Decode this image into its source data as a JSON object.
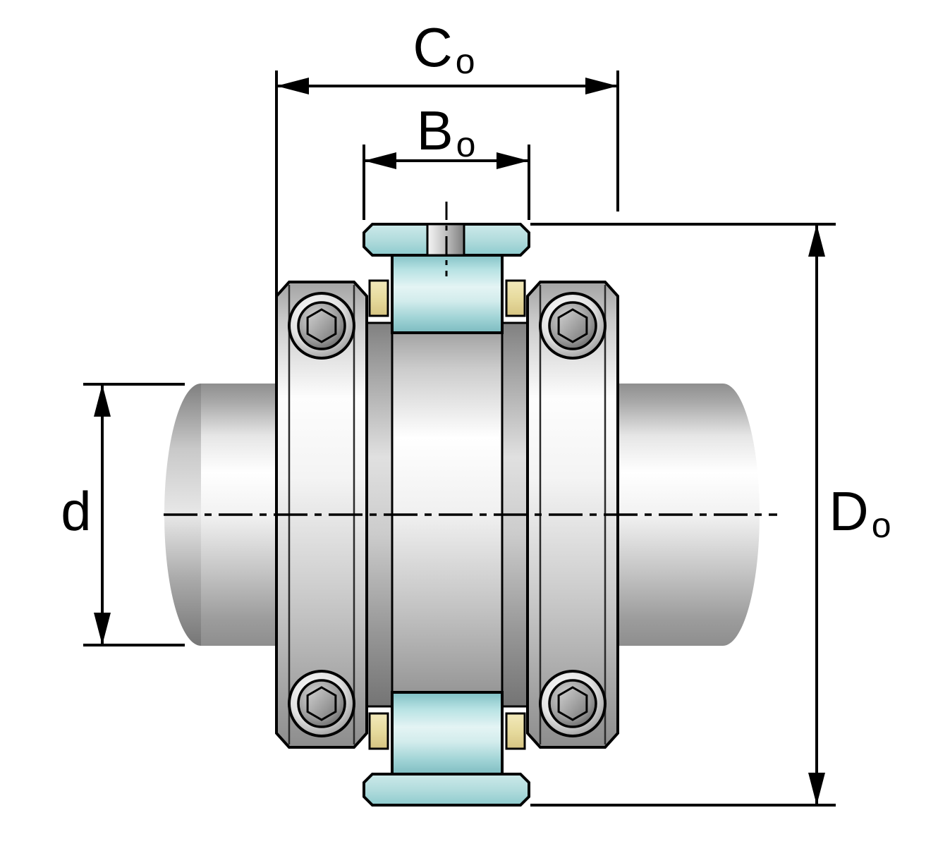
{
  "drawing_title": "shaft-coupling-cross-section",
  "dimensions": {
    "co": {
      "letter": "C",
      "subscript": "o"
    },
    "bo": {
      "letter": "B",
      "subscript": "o"
    },
    "d": {
      "letter": "d",
      "subscript": ""
    },
    "do": {
      "letter": "D",
      "subscript": "o"
    }
  },
  "colors": {
    "outline": "#000000",
    "teal_light": "#e4f4f4",
    "teal_mid": "#a3d5d7",
    "teal_dark": "#7cbbc0",
    "brass": "#e7db9e",
    "metal_highlight": "#ffffff",
    "metal_shadow": "#8c8c8c",
    "background": "#ffffff"
  }
}
